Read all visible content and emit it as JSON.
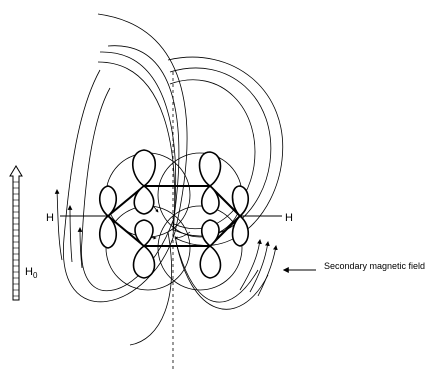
{
  "labels": {
    "hydrogen_left": "H",
    "hydrogen_right": "H",
    "applied_field_main": "H",
    "applied_field_sub": "0",
    "secondary_field": "Secondary magnetic field"
  }
}
